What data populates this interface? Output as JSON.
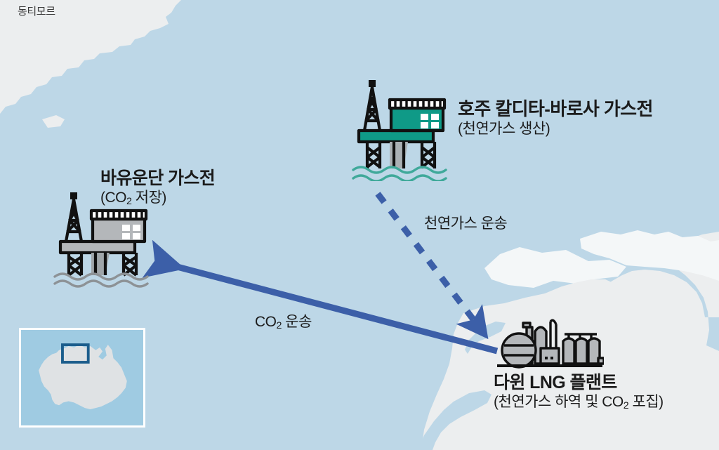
{
  "map": {
    "region_label": "동티모르",
    "ocean_color": "#bdd7e7",
    "land_color": "#eceeef",
    "land_color_alt": "#f4f7f8"
  },
  "sites": {
    "barossa": {
      "title": "호주 칼디타-바로사 가스전",
      "subtitle": "(천연가스 생산)",
      "icon": "offshore-platform-icon",
      "accent_color": "#0f9a87"
    },
    "bayu_undan": {
      "title": "바유운단 가스전",
      "subtitle_pre": "(CO",
      "subtitle_sub": "2",
      "subtitle_post": " 저장)",
      "icon": "offshore-platform-icon",
      "accent_color": "#b4b7ba"
    },
    "darwin": {
      "title": "다윈 LNG 플랜트",
      "subtitle_pre": "(천연가스 하역 및 CO",
      "subtitle_sub": "2",
      "subtitle_post": " 포집)",
      "icon": "lng-plant-icon",
      "accent_color": "#b4b7ba"
    }
  },
  "flows": {
    "gas_transport": {
      "label": "천연가스 운송",
      "style": "dashed",
      "color": "#3c5fa8",
      "from": "barossa",
      "to": "darwin"
    },
    "co2_transport": {
      "label_pre": "CO",
      "label_sub": "2",
      "label_post": " 운송",
      "style": "solid",
      "color": "#3c5fa8",
      "from": "darwin",
      "to": "bayu_undan"
    }
  },
  "inset": {
    "name": "australia-locator-map",
    "ocean_color": "#9fcbe2",
    "land_color": "#dfe2e4",
    "highlight_color": "#1b5d8c"
  }
}
